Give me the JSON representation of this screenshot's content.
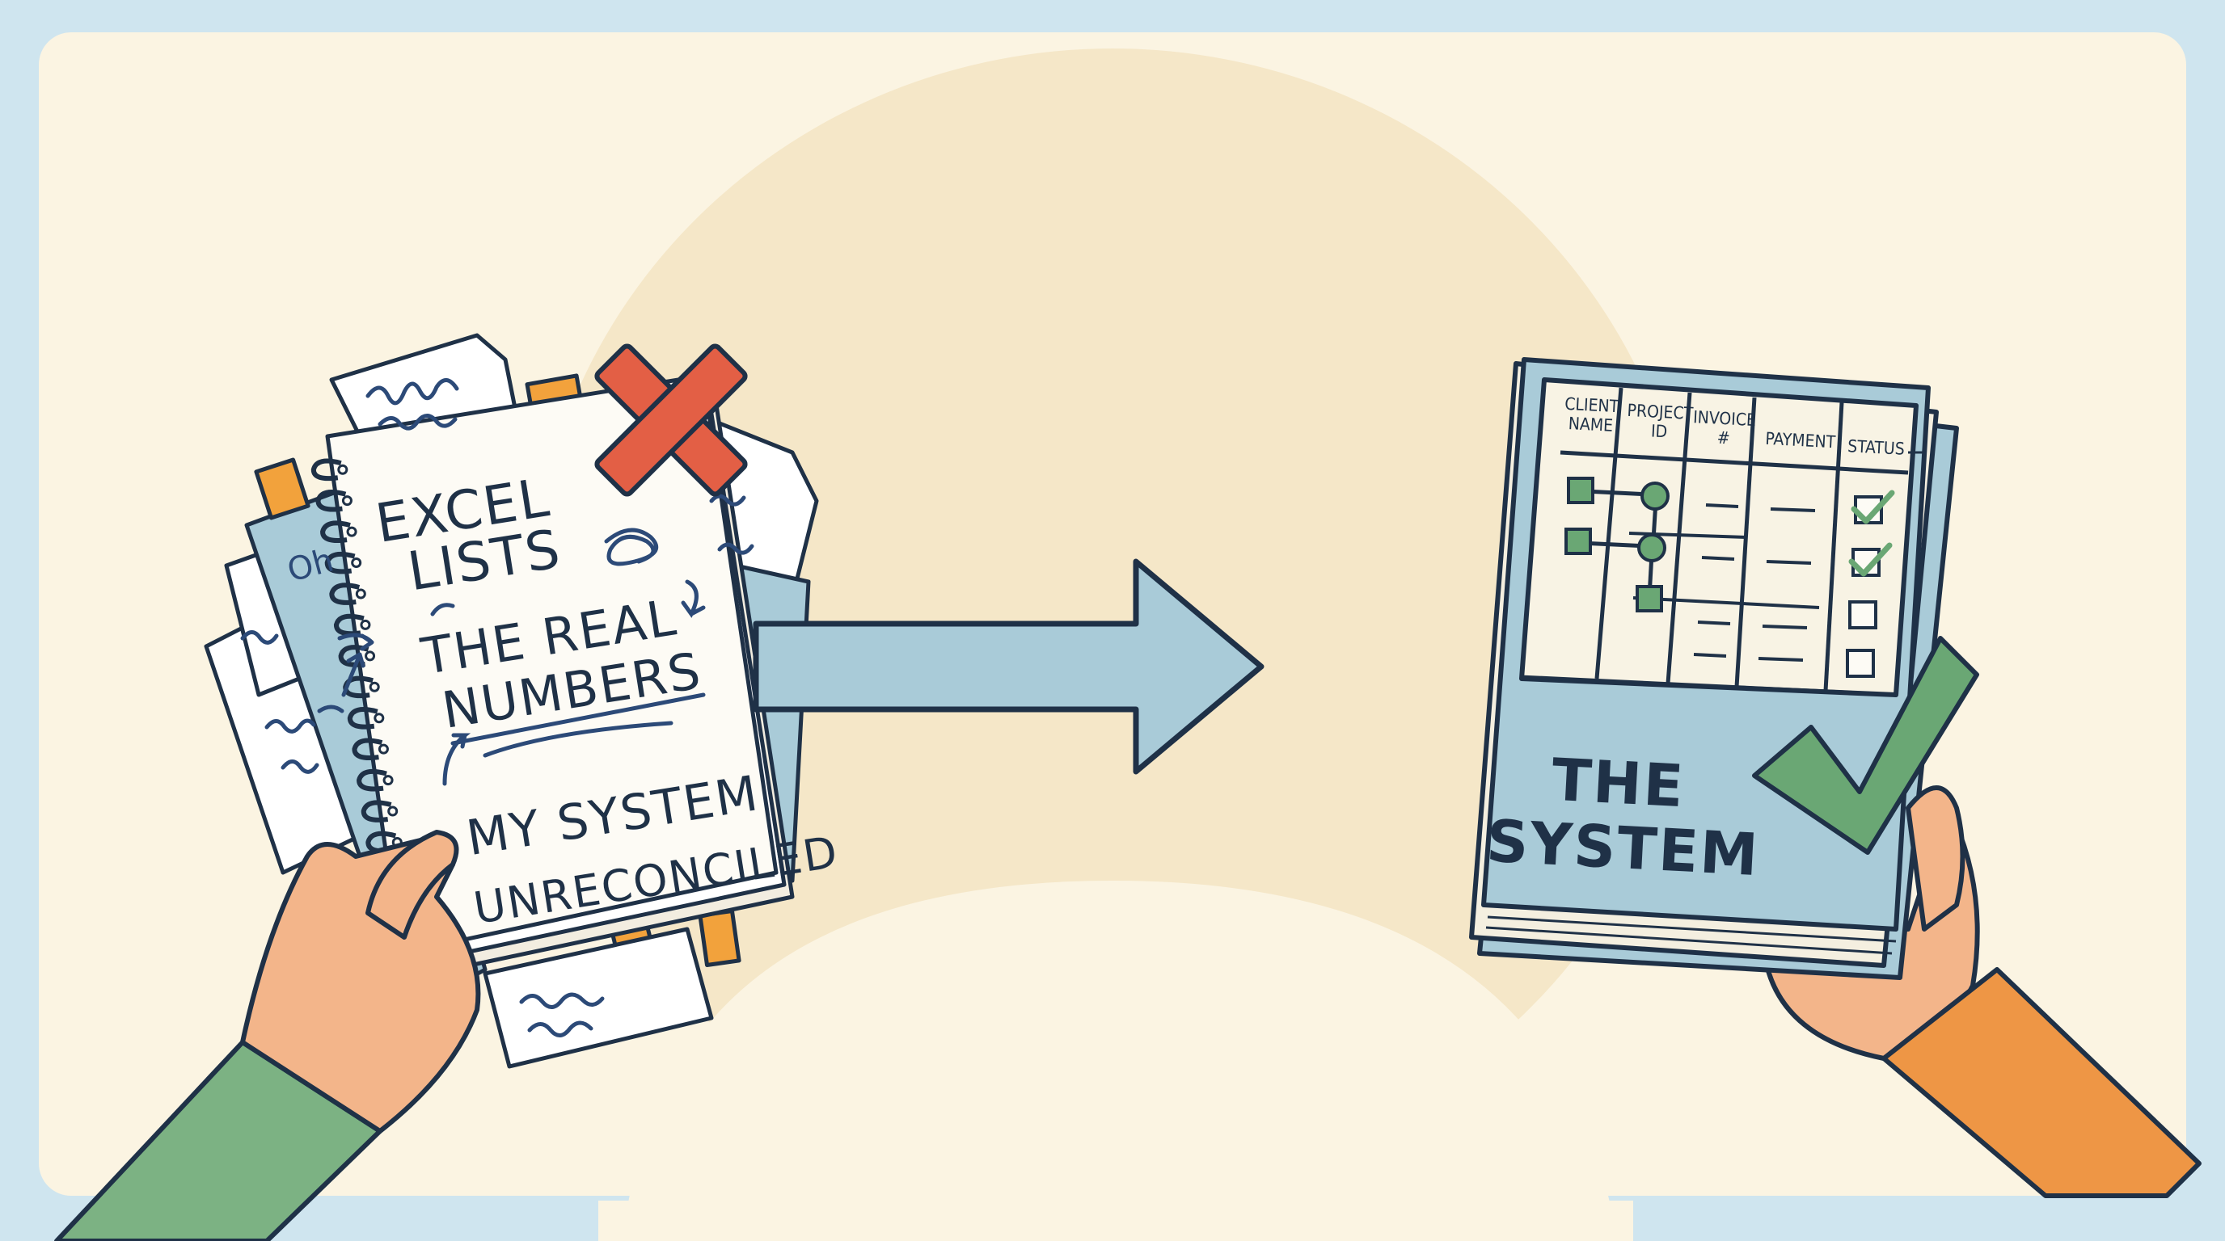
{
  "left_notebook": {
    "lines": [
      "EXCEL",
      "LISTS",
      "THE REAL",
      "NUMBERS",
      "MY SYSTEM",
      "UNRECONCILED"
    ],
    "scribble_note": "Oh"
  },
  "right_book": {
    "table_headers": [
      "CLIENT NAME",
      "PROJECT ID",
      "INVOICE #",
      "PAYMENT",
      "STATUS"
    ],
    "header_lines": {
      "client": [
        "CLIENT",
        "NAME"
      ],
      "project": [
        "PROJECT",
        "ID"
      ],
      "invoice": [
        "INVOICE",
        "#"
      ],
      "payment": [
        "PAYMENT"
      ],
      "status": [
        "STATUS"
      ]
    },
    "title_lines": [
      "THE",
      "SYSTEM"
    ]
  },
  "colors": {
    "background": "#cfe5ef",
    "panel": "#fbf4e2",
    "ink": "#1f3147",
    "cross": "#e35f45",
    "check": "#6aa774",
    "arrow": "#a9cbd8",
    "book_cover": "#a9cbd8",
    "sleeve_left": "#7cb283",
    "sleeve_right": "#ee9645",
    "skin": "#f3b58a"
  }
}
